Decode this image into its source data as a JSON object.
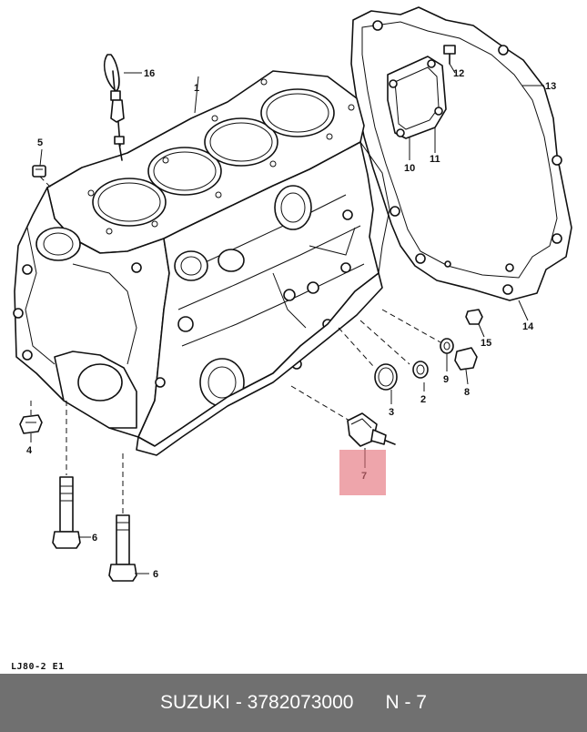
{
  "diagram": {
    "callouts": [
      {
        "id": "c1",
        "label": "1"
      },
      {
        "id": "c2",
        "label": "2"
      },
      {
        "id": "c3",
        "label": "3"
      },
      {
        "id": "c4",
        "label": "4"
      },
      {
        "id": "c5",
        "label": "5"
      },
      {
        "id": "c6a",
        "label": "6"
      },
      {
        "id": "c6b",
        "label": "6"
      },
      {
        "id": "c7",
        "label": "7"
      },
      {
        "id": "c8",
        "label": "8"
      },
      {
        "id": "c9",
        "label": "9"
      },
      {
        "id": "c10",
        "label": "10"
      },
      {
        "id": "c11",
        "label": "11"
      },
      {
        "id": "c12",
        "label": "12"
      },
      {
        "id": "c13",
        "label": "13"
      },
      {
        "id": "c14",
        "label": "14"
      },
      {
        "id": "c15",
        "label": "15"
      },
      {
        "id": "c16",
        "label": "16"
      }
    ],
    "highlighted_part": "7",
    "highlight_color": "#e46e78",
    "diagram_code": "LJ80-2  E1"
  },
  "footer": {
    "text": "SUZUKI - 3782073000      N - 7",
    "background": "#707070",
    "text_color": "#ffffff"
  }
}
